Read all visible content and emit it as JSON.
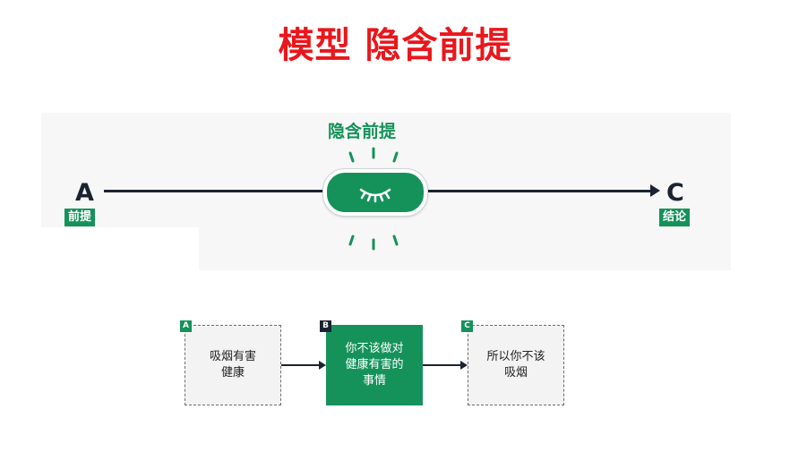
{
  "title": "模型 隐含前提",
  "top_diagram": {
    "start": {
      "letter": "A",
      "tag": "前提"
    },
    "end": {
      "letter": "C",
      "tag": "结论"
    },
    "hidden": {
      "label": "隐含前提",
      "icon": "closed-eye-icon"
    }
  },
  "bottom_diagram": {
    "boxes": [
      {
        "tag": "A",
        "text": [
          "吸烟有害",
          "健康"
        ]
      },
      {
        "tag": "B",
        "text": [
          "你不该做对",
          "健康有害的",
          "事情"
        ]
      },
      {
        "tag": "C",
        "text": [
          "所以你不该",
          "吸烟"
        ]
      }
    ]
  },
  "colors": {
    "title": "#e8171c",
    "green": "#14925a",
    "dark": "#1b2330"
  }
}
